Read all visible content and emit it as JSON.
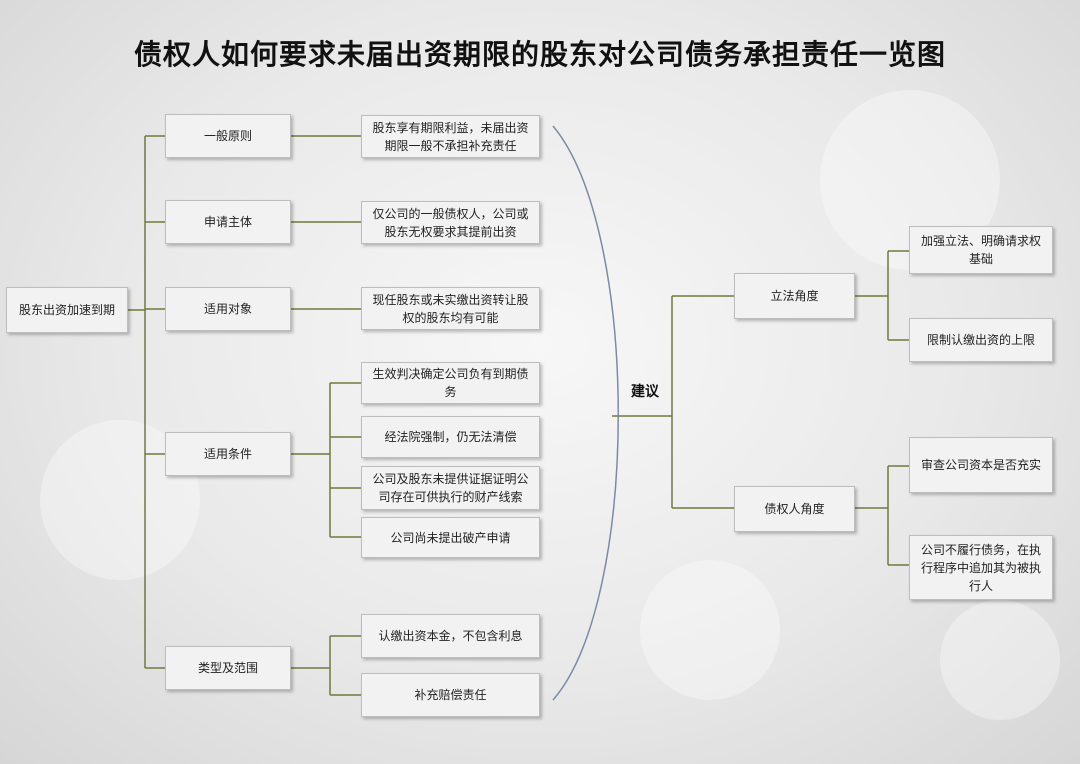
{
  "title": "债权人如何要求未届出资期限的股东对公司债务承担责任一览图",
  "root": "股东出资加速到期",
  "categories": {
    "general": "一般原则",
    "subject": "申请主体",
    "object": "适用对象",
    "conditions": "适用条件",
    "scope": "类型及范围"
  },
  "details": {
    "general": "股东享有期限利益，未届出资期限一般不承担补充责任",
    "subject": "仅公司的一般债权人，公司或股东无权要求其提前出资",
    "object": "现任股东或未实缴出资转让股权的股东均有可能",
    "conditions": [
      "生效判决确定公司负有到期债务",
      "经法院强制，仍无法清偿",
      "公司及股东未提供证据证明公司存在可供执行的财产线索",
      "公司尚未提出破产申请"
    ],
    "scope": [
      "认缴出资本金，不包含利息",
      "补充赔偿责任"
    ]
  },
  "suggestion": {
    "label": "建议",
    "legislative": {
      "label": "立法角度",
      "items": [
        "加强立法、明确请求权基础",
        "限制认缴出资的上限"
      ]
    },
    "creditor": {
      "label": "债权人角度",
      "items": [
        "审查公司资本是否充实",
        "公司不履行债务，在执行程序中追加其为被执行人"
      ]
    }
  }
}
